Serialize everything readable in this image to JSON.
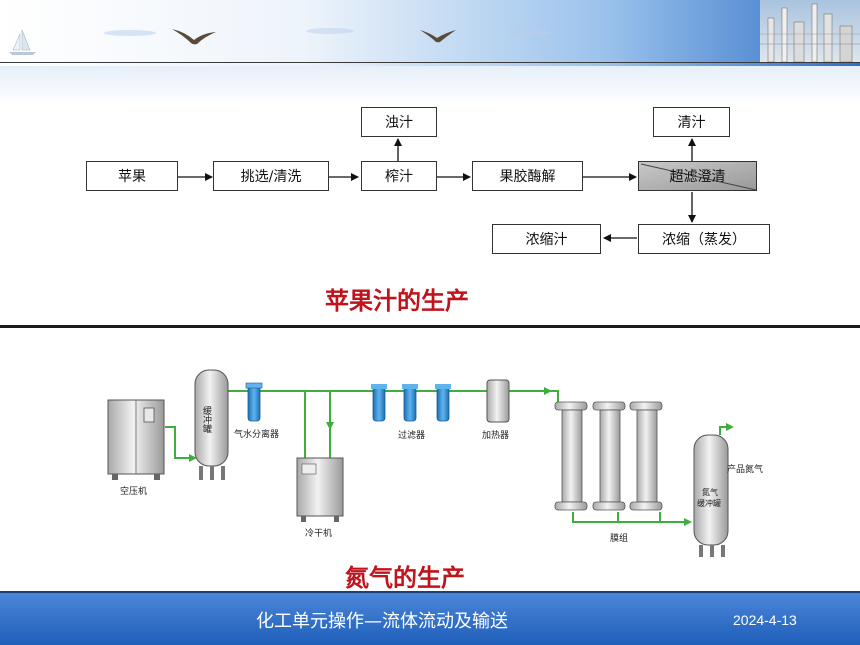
{
  "apple_flow": {
    "title": "苹果汁的生产",
    "nodes": {
      "apple": "苹果",
      "sort_wash": "挑选/清洗",
      "cloudy_juice": "浊汁",
      "press": "榨汁",
      "pectinase": "果胶酶解",
      "clear_juice": "清汁",
      "ultrafiltration": "超滤澄清",
      "concentrate_juice": "浓缩汁",
      "evaporation": "浓缩（蒸发）"
    }
  },
  "nitrogen_flow": {
    "title": "氮气的生产",
    "labels": {
      "compressor": "空压机",
      "buffer_tank_1": "缓冲罐",
      "separator": "气水分离器",
      "dryer": "冷干机",
      "filters": "过滤器",
      "heater": "加热器",
      "membrane": "膜组",
      "n2_buffer_tank": "氮气缓冲罐",
      "product": "产品氮气"
    },
    "colors": {
      "pipe": "#3fae3f",
      "filter": "#2e8fd6",
      "vessel": "#d8d8d8"
    }
  },
  "footer": {
    "title": "化工单元操作—流体流动及输送",
    "date": "2024-4-13"
  }
}
